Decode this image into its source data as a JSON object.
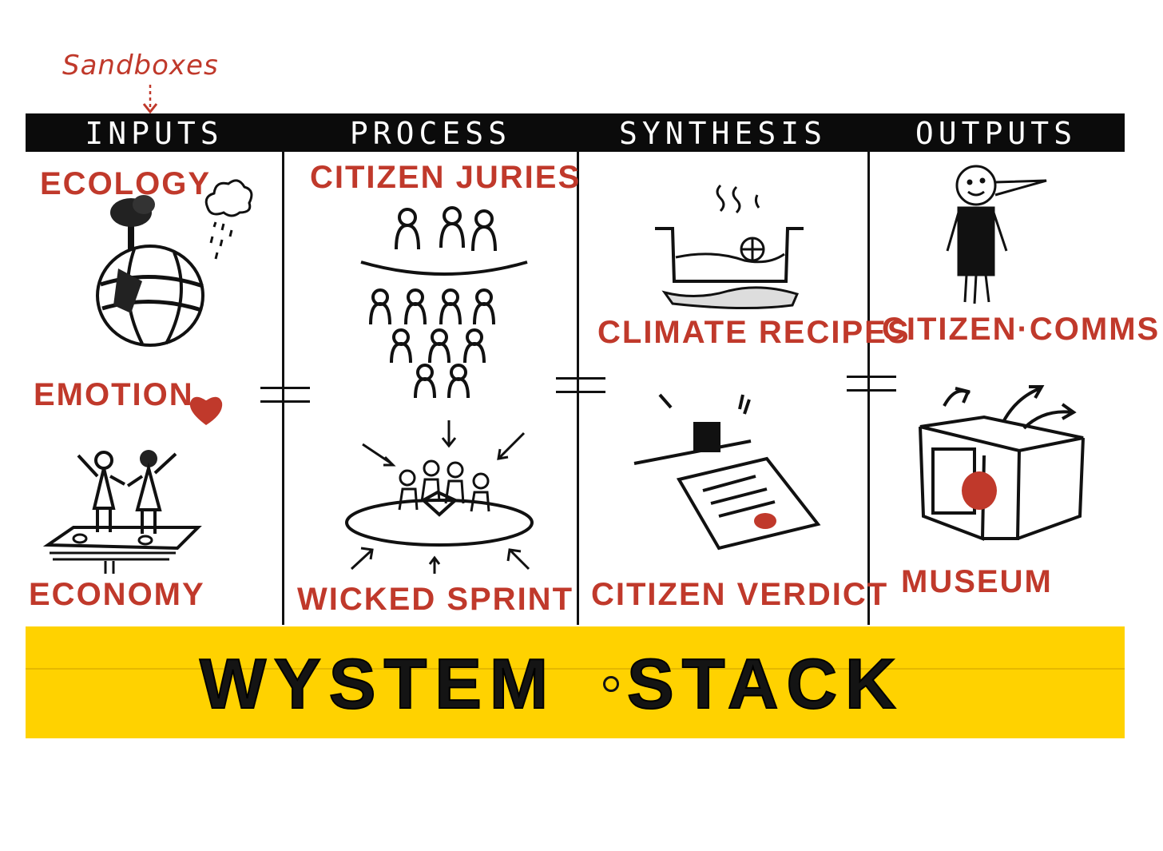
{
  "annotation": "Sandboxes",
  "columns": [
    {
      "header": "INPUTS",
      "items": [
        "ECOLOGY",
        "EMOTION",
        "ECONOMY"
      ]
    },
    {
      "header": "PROCESS",
      "items": [
        "CITIZEN JURIES",
        "WICKED SPRINT"
      ]
    },
    {
      "header": "SYNTHESIS",
      "items": [
        "CLIMATE RECIPES",
        "CITIZEN VERDICT"
      ]
    },
    {
      "header": "OUTPUTS",
      "items": [
        "CITIZEN·COMMS",
        "MUSEUM"
      ]
    }
  ],
  "footer": {
    "left": "WYSTEM",
    "right": "STACK"
  },
  "colors": {
    "accent_red": "#c0392b",
    "header_black": "#0b0b0b",
    "footer_yellow": "#ffd200"
  },
  "icons": [
    "arrow-down-icon",
    "globe-tree-icon",
    "cloud-icon",
    "heart-icon",
    "people-on-board-icon",
    "people-funnel-icon",
    "round-table-icon",
    "pot-icon",
    "gavel-document-icon",
    "figure-icon",
    "open-box-icon"
  ]
}
